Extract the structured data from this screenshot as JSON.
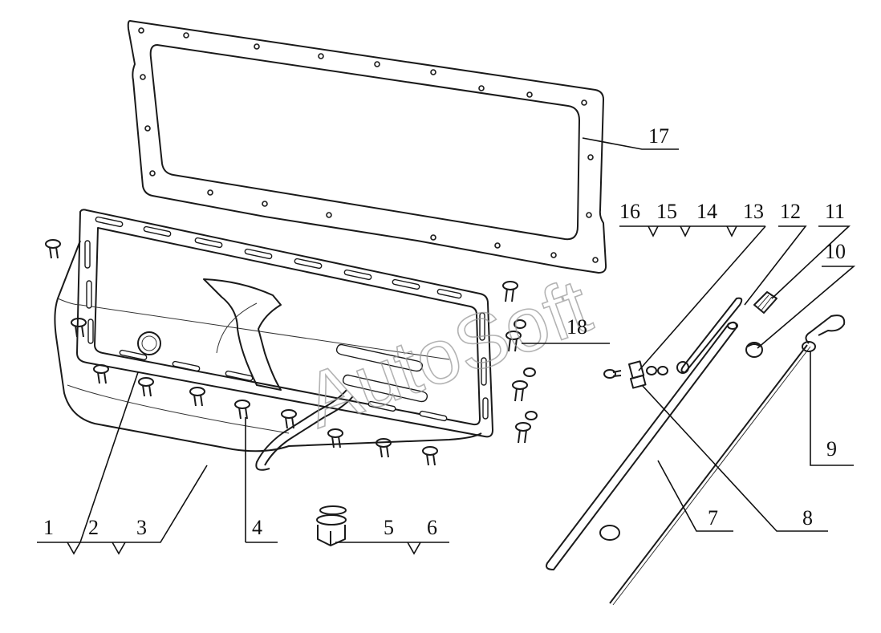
{
  "watermark": "AutoSoft",
  "callouts": {
    "c1": "1",
    "c2": "2",
    "c3": "3",
    "c4": "4",
    "c5": "5",
    "c6": "6",
    "c7": "7",
    "c8": "8",
    "c9": "9",
    "c10": "10",
    "c11": "11",
    "c12": "12",
    "c13": "13",
    "c14": "14",
    "c15": "15",
    "c16": "16",
    "c17": "17",
    "c18": "18"
  },
  "colors": {
    "line": "#1a1a1a",
    "watermark": "#9a9a9a",
    "background": "#ffffff"
  }
}
